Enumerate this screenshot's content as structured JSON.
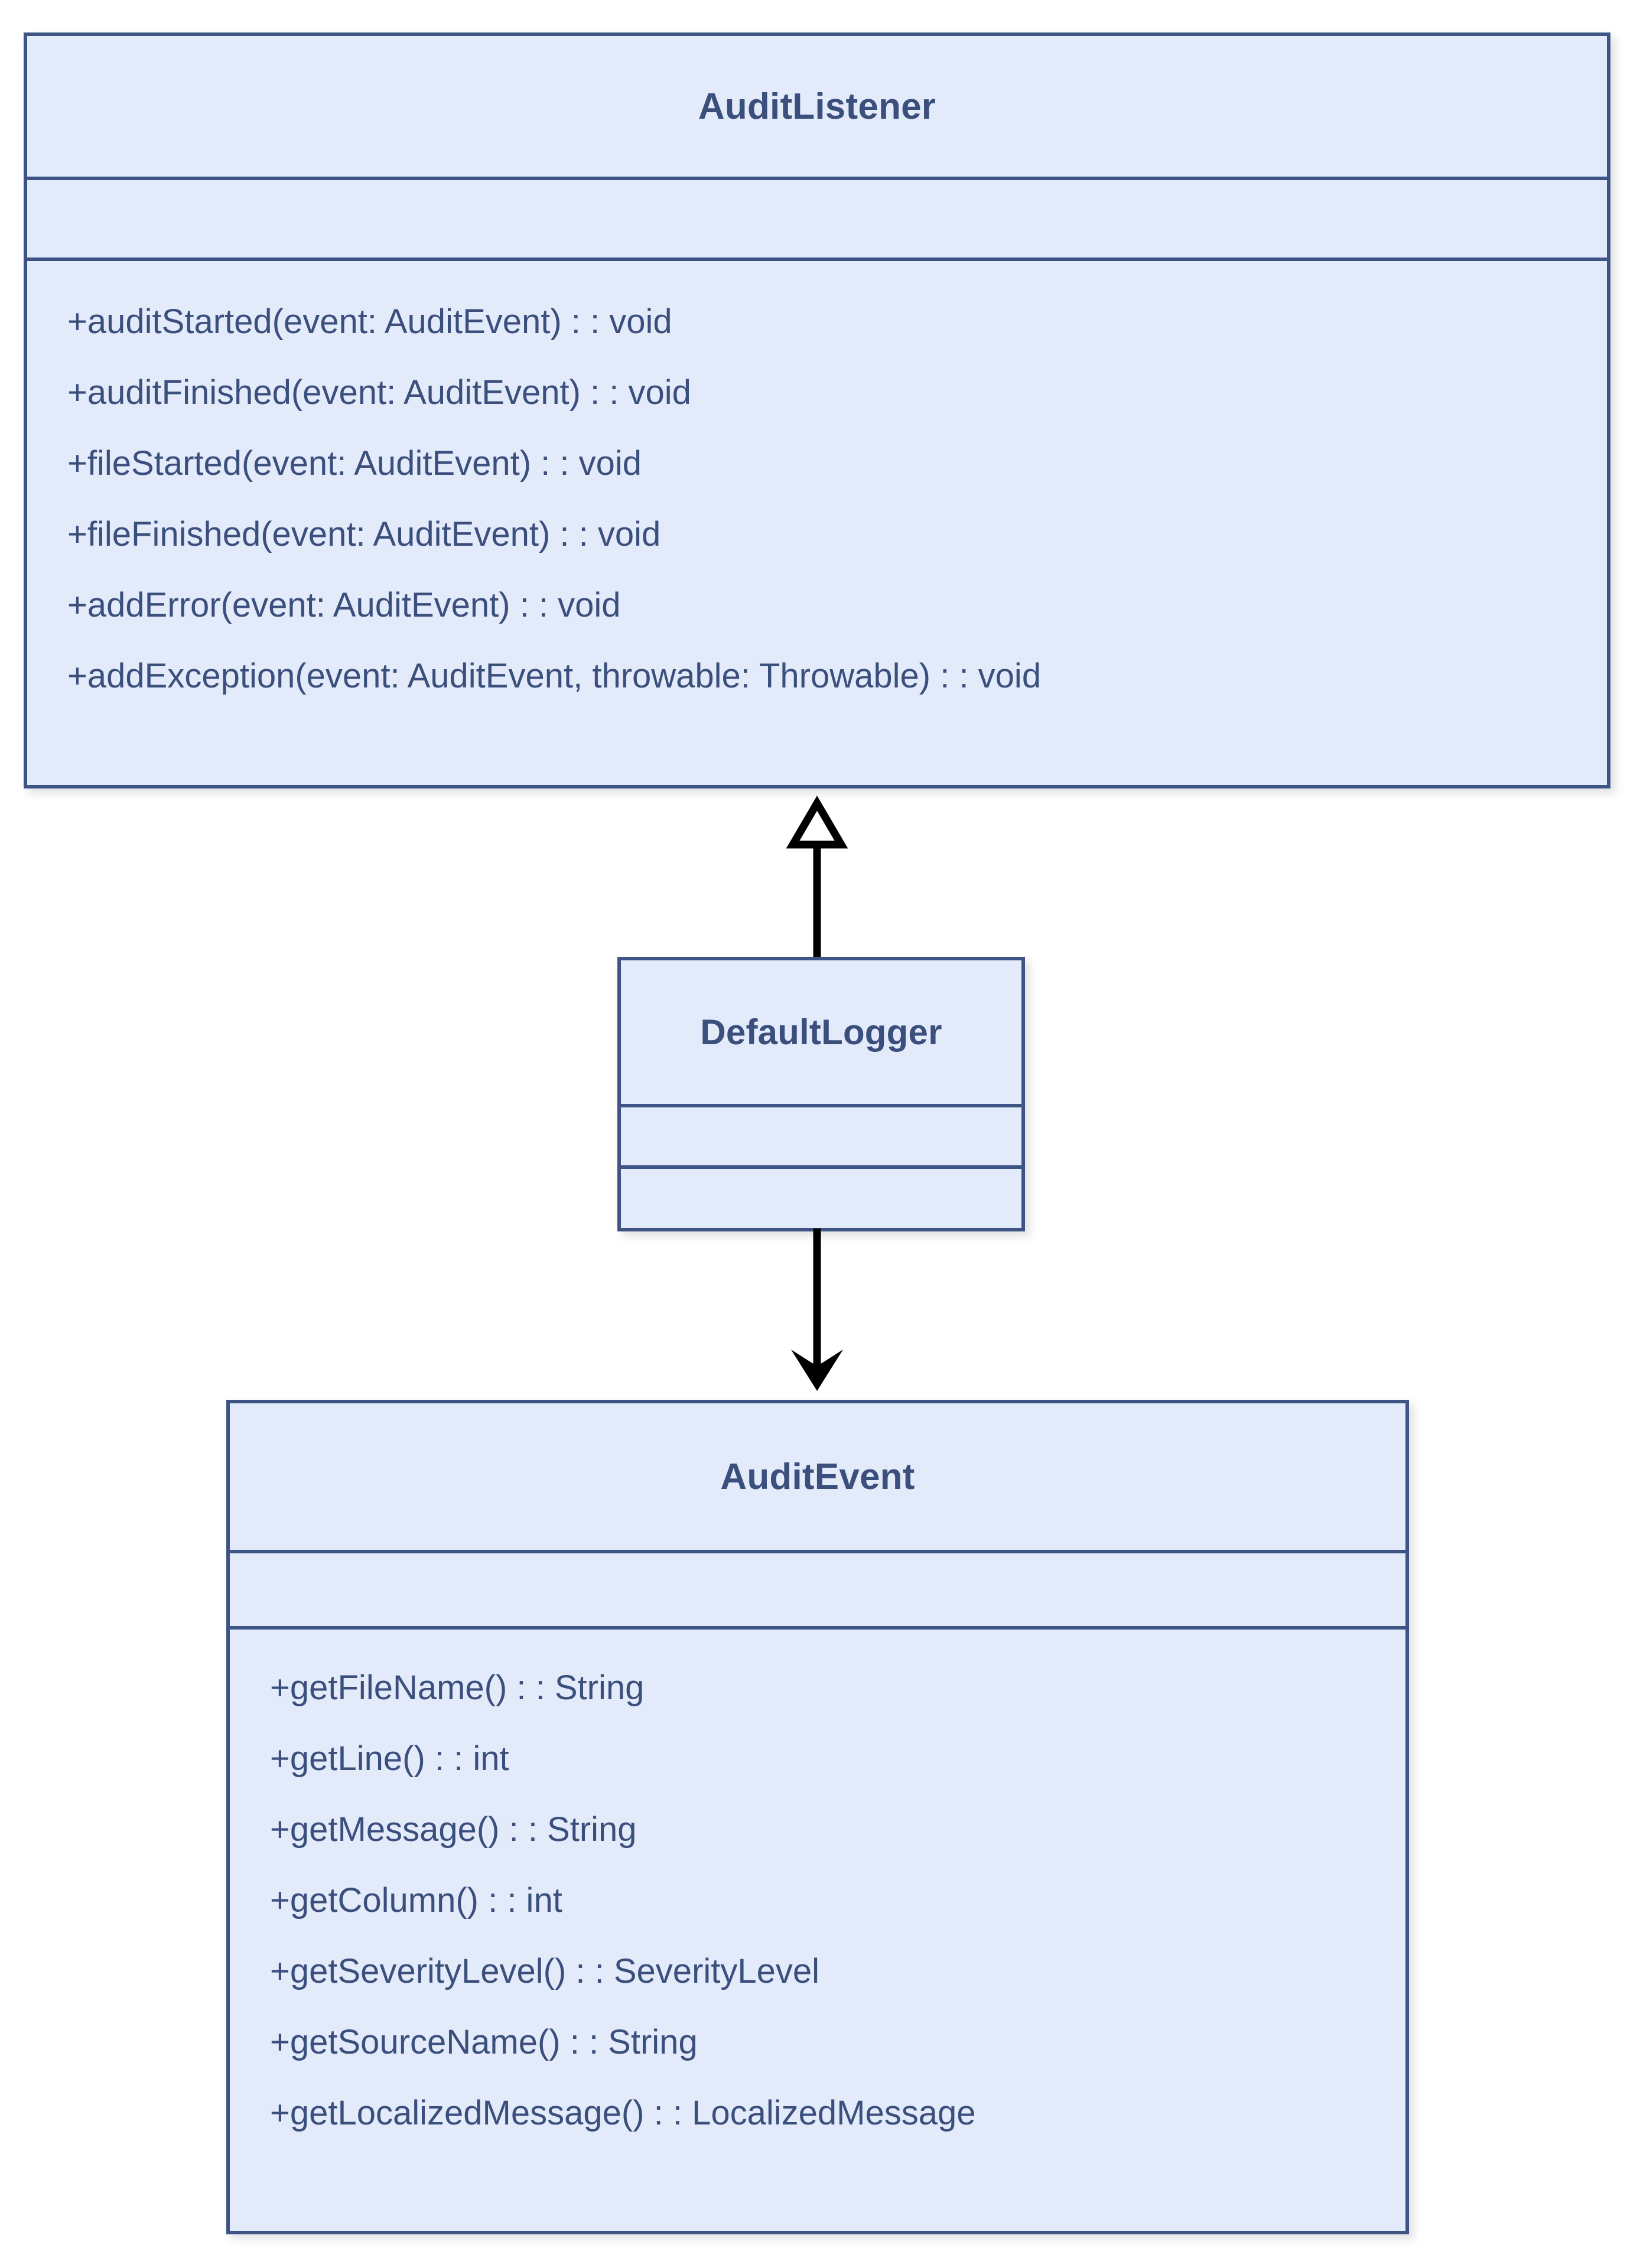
{
  "diagram": {
    "type": "uml-class-diagram",
    "background_color": "#ffffff",
    "class_fill_color": "#e3eafa",
    "class_border_color": "#3d5485",
    "text_color": "#3b4f7d",
    "connector_color": "#000000"
  },
  "classes": {
    "audit_listener": {
      "name": "AuditListener",
      "attributes": [],
      "methods": [
        "+auditStarted(event: AuditEvent) : : void",
        "+auditFinished(event: AuditEvent) : : void",
        "+fileStarted(event: AuditEvent) : : void",
        "+fileFinished(event: AuditEvent) : : void",
        "+addError(event: AuditEvent) : : void",
        "+addException(event: AuditEvent, throwable: Throwable) : : void"
      ]
    },
    "default_logger": {
      "name": "DefaultLogger",
      "attributes": [],
      "methods": []
    },
    "audit_event": {
      "name": "AuditEvent",
      "attributes": [],
      "methods": [
        "+getFileName() : : String",
        "+getLine() : : int",
        "+getMessage() : : String",
        "+getColumn() : : int",
        "+getSeverityLevel() : : SeverityLevel",
        "+getSourceName() : : String",
        "+getLocalizedMessage() : : LocalizedMessage"
      ]
    }
  },
  "relationships": [
    {
      "id": "generalization",
      "kind": "generalization",
      "arrow": "hollow-triangle",
      "direction": "up",
      "from": "DefaultLogger",
      "to": "AuditListener"
    },
    {
      "id": "dependency",
      "kind": "dependency",
      "arrow": "open-arrow",
      "direction": "down",
      "from": "DefaultLogger",
      "to": "AuditEvent"
    }
  ]
}
